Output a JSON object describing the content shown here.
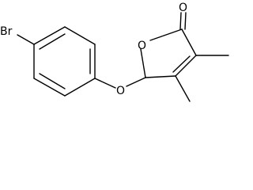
{
  "molecule": {
    "atoms": {
      "bromine": "Br",
      "ether_oxygen": "O",
      "ring_oxygen": "O",
      "carbonyl_oxygen": "O"
    }
  }
}
